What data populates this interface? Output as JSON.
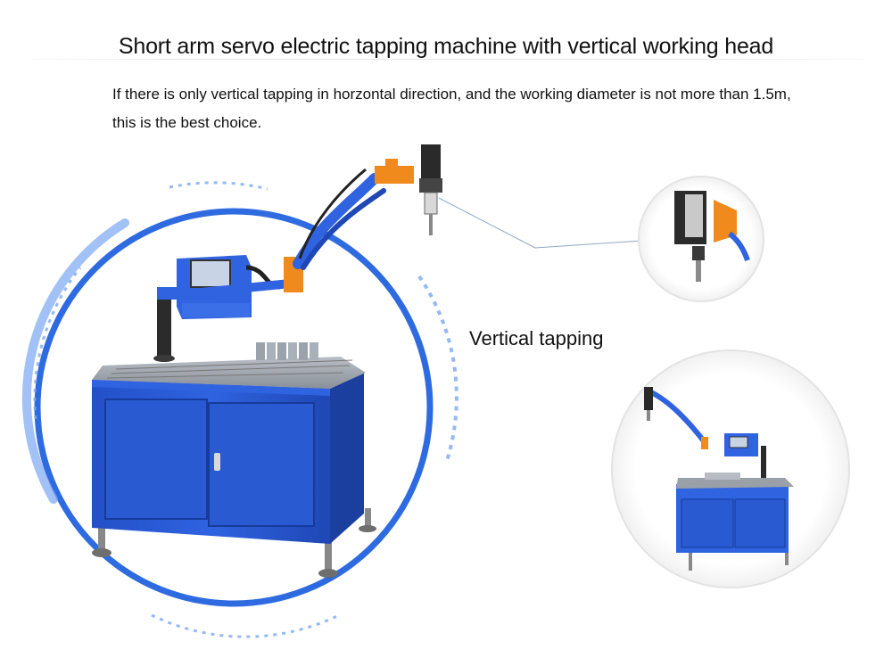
{
  "header": {
    "title": "Short arm servo electric tapping machine with vertical working head"
  },
  "description": {
    "line1": "If there is only vertical tapping in horzontal direction, and the working diameter is not more than 1.5m,",
    "line2": "this is the best choice."
  },
  "callout": {
    "label": "Vertical tapping"
  },
  "colors": {
    "machine_blue": "#2a5bd7",
    "ring_blue": "#3f7be6",
    "arm_orange": "#f08a1c",
    "table_gray": "#9aa0a8"
  }
}
